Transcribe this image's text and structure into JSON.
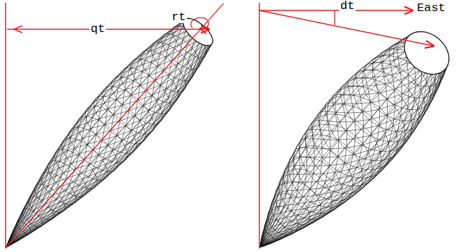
{
  "diagram": {
    "labels": [
      "qt",
      "rt",
      "dt",
      "East"
    ]
  }
}
